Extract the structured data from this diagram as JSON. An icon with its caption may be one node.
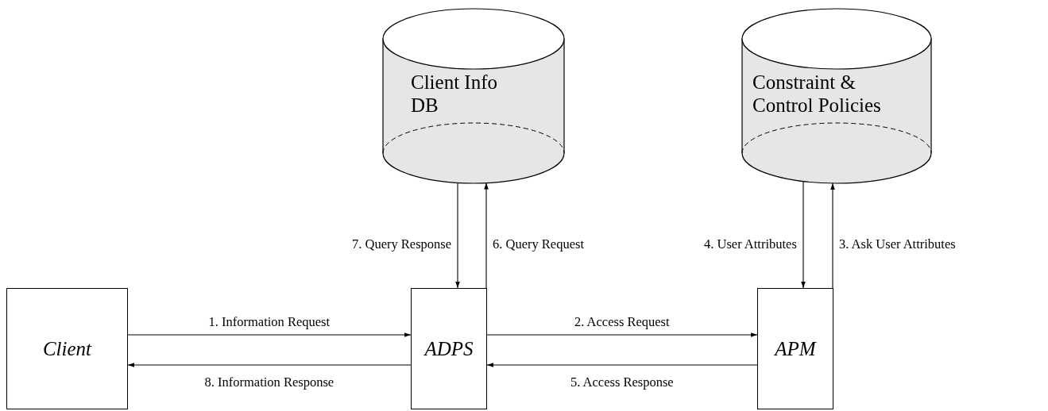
{
  "diagram": {
    "nodes": [
      {
        "text": [
          "Client Info DB"
        ]
      },
      {
        "text": [
          "Constraint & Control Policies"
        ]
      },
      {
        "text": [
          "Client"
        ]
      },
      {
        "text": [
          "ADPS"
        ]
      },
      {
        "text": [
          "APM"
        ]
      }
    ],
    "edges": [
      {
        "from": 2,
        "to": 3,
        "arrow": "to",
        "label": "1. Information Request"
      },
      {
        "from": 3,
        "to": 4,
        "arrow": "to",
        "label": "2. Access Request"
      },
      {
        "from": 4,
        "to": 1,
        "arrow": "to",
        "label": "3. Ask User Attributes"
      },
      {
        "from": 1,
        "to": 4,
        "arrow": "to",
        "label": "4. User Attributes"
      },
      {
        "from": 4,
        "to": 3,
        "arrow": "to",
        "label": "5. Access Response"
      },
      {
        "from": 3,
        "to": 0,
        "arrow": "to",
        "label": "6. Query Request"
      },
      {
        "from": 0,
        "to": 3,
        "arrow": "to",
        "label": "7. Query Response"
      },
      {
        "from": 3,
        "to": 2,
        "arrow": "to",
        "label": "8. Information Response"
      }
    ]
  }
}
